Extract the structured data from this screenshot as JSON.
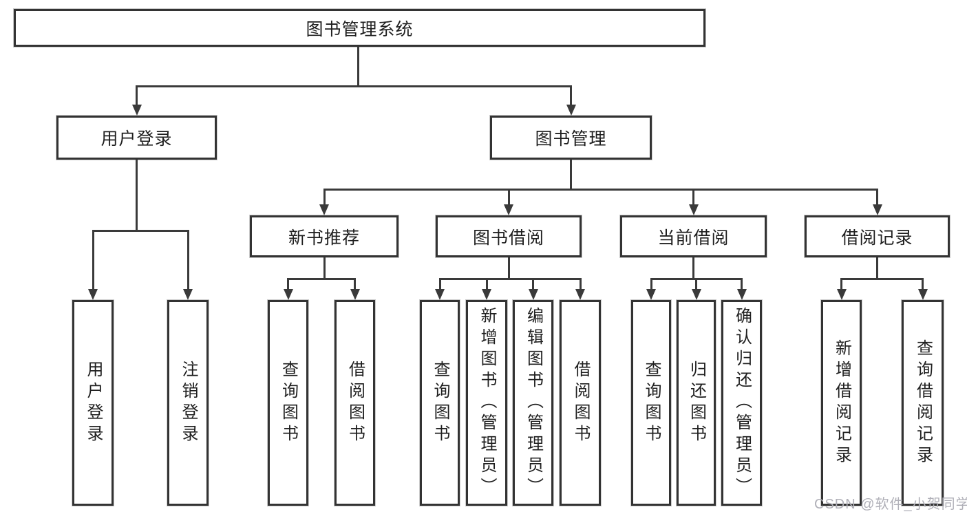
{
  "diagram": {
    "tree": {
      "root": {
        "label": "图书管理系统"
      },
      "branches": [
        {
          "label": "用户登录",
          "children": [
            {
              "label": "用户登录"
            },
            {
              "label": "注销登录"
            }
          ]
        },
        {
          "label": "图书管理",
          "children": [
            {
              "label": "新书推荐",
              "children": [
                {
                  "label": "查询图书"
                },
                {
                  "label": "借阅图书"
                }
              ]
            },
            {
              "label": "图书借阅",
              "children": [
                {
                  "label": "查询图书"
                },
                {
                  "label": "新增图书（管理员）"
                },
                {
                  "label": "编辑图书（管理员）"
                },
                {
                  "label": "借阅图书"
                }
              ]
            },
            {
              "label": "当前借阅",
              "children": [
                {
                  "label": "查询图书"
                },
                {
                  "label": "归还图书"
                },
                {
                  "label": "确认归还（管理员）"
                }
              ]
            },
            {
              "label": "借阅记录",
              "children": [
                {
                  "label": "新增借阅记录"
                },
                {
                  "label": "查询借阅记录"
                }
              ]
            }
          ]
        }
      ]
    }
  },
  "watermark": {
    "text": "CSDN @软件_小贺同学"
  },
  "colors": {
    "line": "#3a3a3a",
    "box_border": "#333333",
    "text": "#1f1f1f",
    "watermark": "#b0b0b8",
    "background": "#ffffff"
  }
}
